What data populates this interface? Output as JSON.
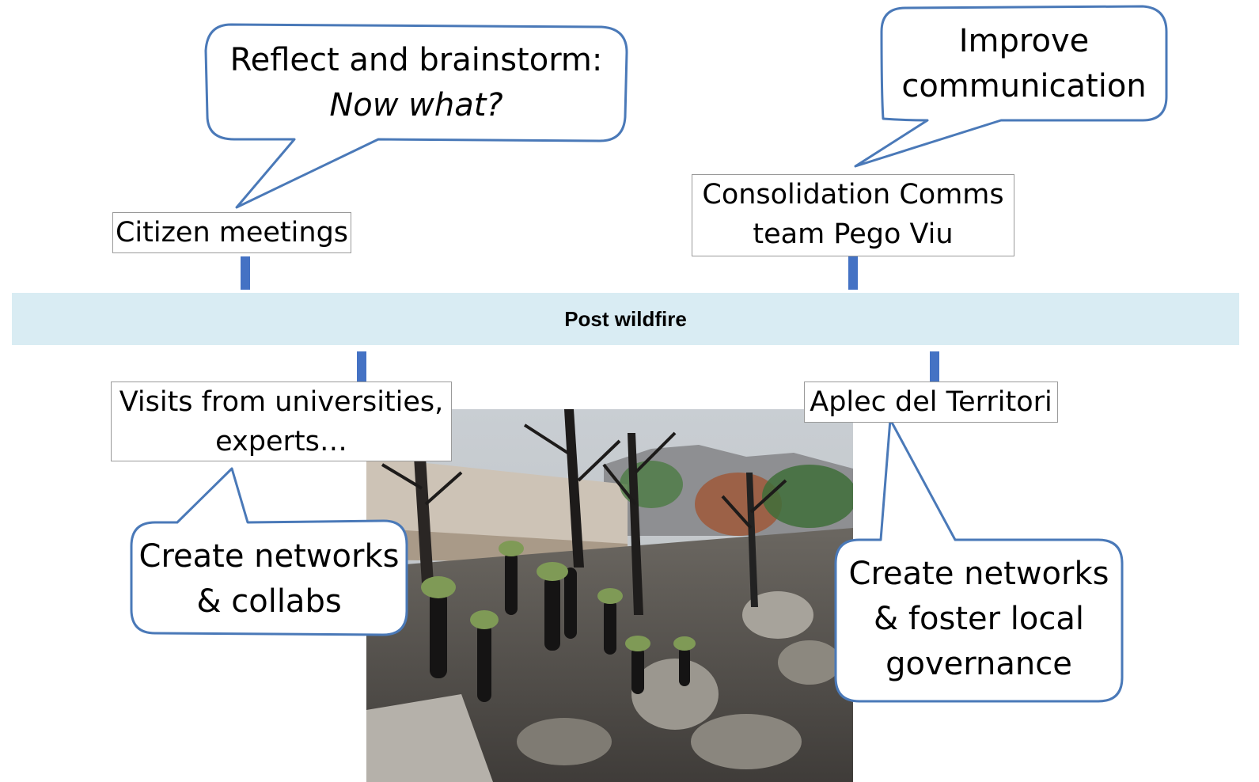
{
  "timeline": {
    "label": "Post wildfire",
    "accent_color": "#4472c4",
    "band_color": "#d9ecf3"
  },
  "events_above": [
    {
      "label": "Citizen meetings"
    },
    {
      "label_line1": "Consolidation Comms",
      "label_line2": "team Pego Viu"
    }
  ],
  "events_below": [
    {
      "label_line1": "Visits from universities,",
      "label_line2": "experts…"
    },
    {
      "label": "Aplec del Territori"
    }
  ],
  "callouts": {
    "reflect": {
      "line1": "Reflect and brainstorm:",
      "line2": "Now what?"
    },
    "improve": {
      "line1": "Improve",
      "line2": "communication"
    },
    "networks_collabs": {
      "line1": "Create networks",
      "line2": "& collabs"
    },
    "networks_governance": {
      "line1": "Create networks",
      "line2": "& foster local",
      "line3": "governance"
    }
  },
  "photo": {
    "subject": "burnt-vegetation-photo"
  }
}
